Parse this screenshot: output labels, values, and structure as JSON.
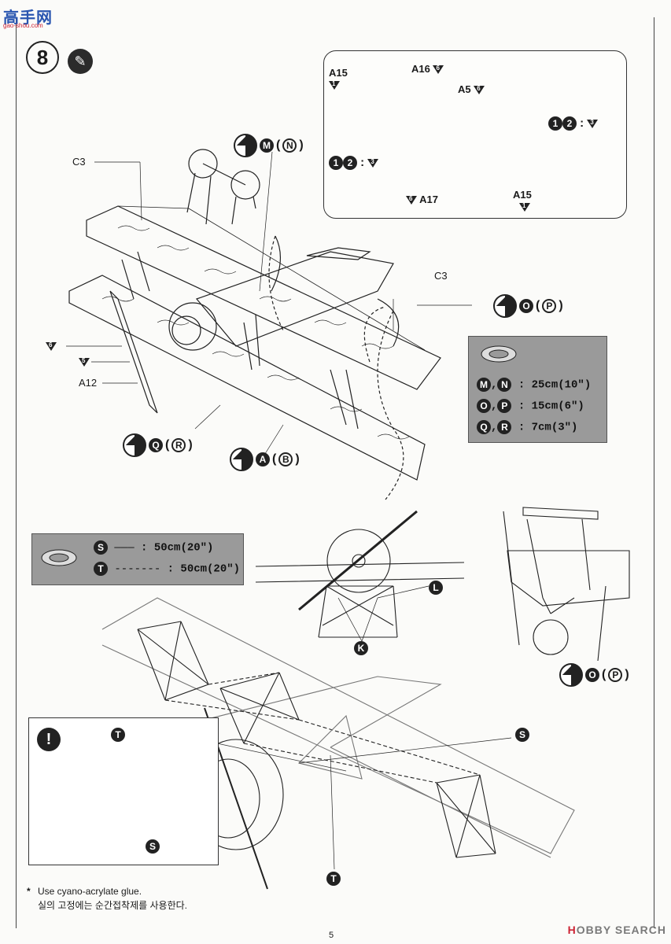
{
  "watermark_top": {
    "main": "高手网",
    "sub": "gao-shou.com"
  },
  "watermark_bottom": {
    "prefix": "H",
    "text": "OBBY SEARCH"
  },
  "step": {
    "number": "8"
  },
  "inset_labels": {
    "a15_top": "A15",
    "a15_top_code": "1",
    "a16": "A16",
    "a16_code": "6",
    "a5": "A5",
    "a5_code": "6",
    "wheel_left_seq": ": ",
    "wheel_left_seq_code": "3",
    "wheel_right_seq": ": ",
    "wheel_right_seq_code": "3",
    "a17": "A17",
    "a17_code": "6",
    "a15_bottom": "A15",
    "a15_bottom_code": "1",
    "seq_1": "1",
    "seq_2": "2"
  },
  "main_labels": {
    "c3_left": "C3",
    "c3_right": "C3",
    "code_6": "6",
    "code_5": "5",
    "a12": "A12"
  },
  "callouts": {
    "mn": {
      "a": "M",
      "b": "N"
    },
    "op": {
      "a": "O",
      "b": "P"
    },
    "qr": {
      "a": "Q",
      "b": "R"
    },
    "ab": {
      "a": "A",
      "b": "B"
    },
    "op2": {
      "a": "O",
      "b": "P"
    },
    "l": "L",
    "k": "K",
    "s": "S",
    "t": "T"
  },
  "legend_thread": {
    "rows": [
      {
        "a": "M",
        "b": "N",
        "value": ": 25cm(10\")"
      },
      {
        "a": "O",
        "b": "P",
        "value": ": 15cm(6\")"
      },
      {
        "a": "Q",
        "b": "R",
        "value": ": 7cm(3\")"
      }
    ]
  },
  "legend_rigging": {
    "rows": [
      {
        "id": "S",
        "line": "———",
        "value": ": 50cm(20\")"
      },
      {
        "id": "T",
        "line": "-------",
        "value": ": 50cm(20\")"
      }
    ]
  },
  "note_box": {
    "t": "T",
    "s": "S"
  },
  "note": {
    "en": "Use cyano-acrylate glue.",
    "ko": "실의 고정에는 순간접착제를 사용한다."
  },
  "page_number": "5"
}
